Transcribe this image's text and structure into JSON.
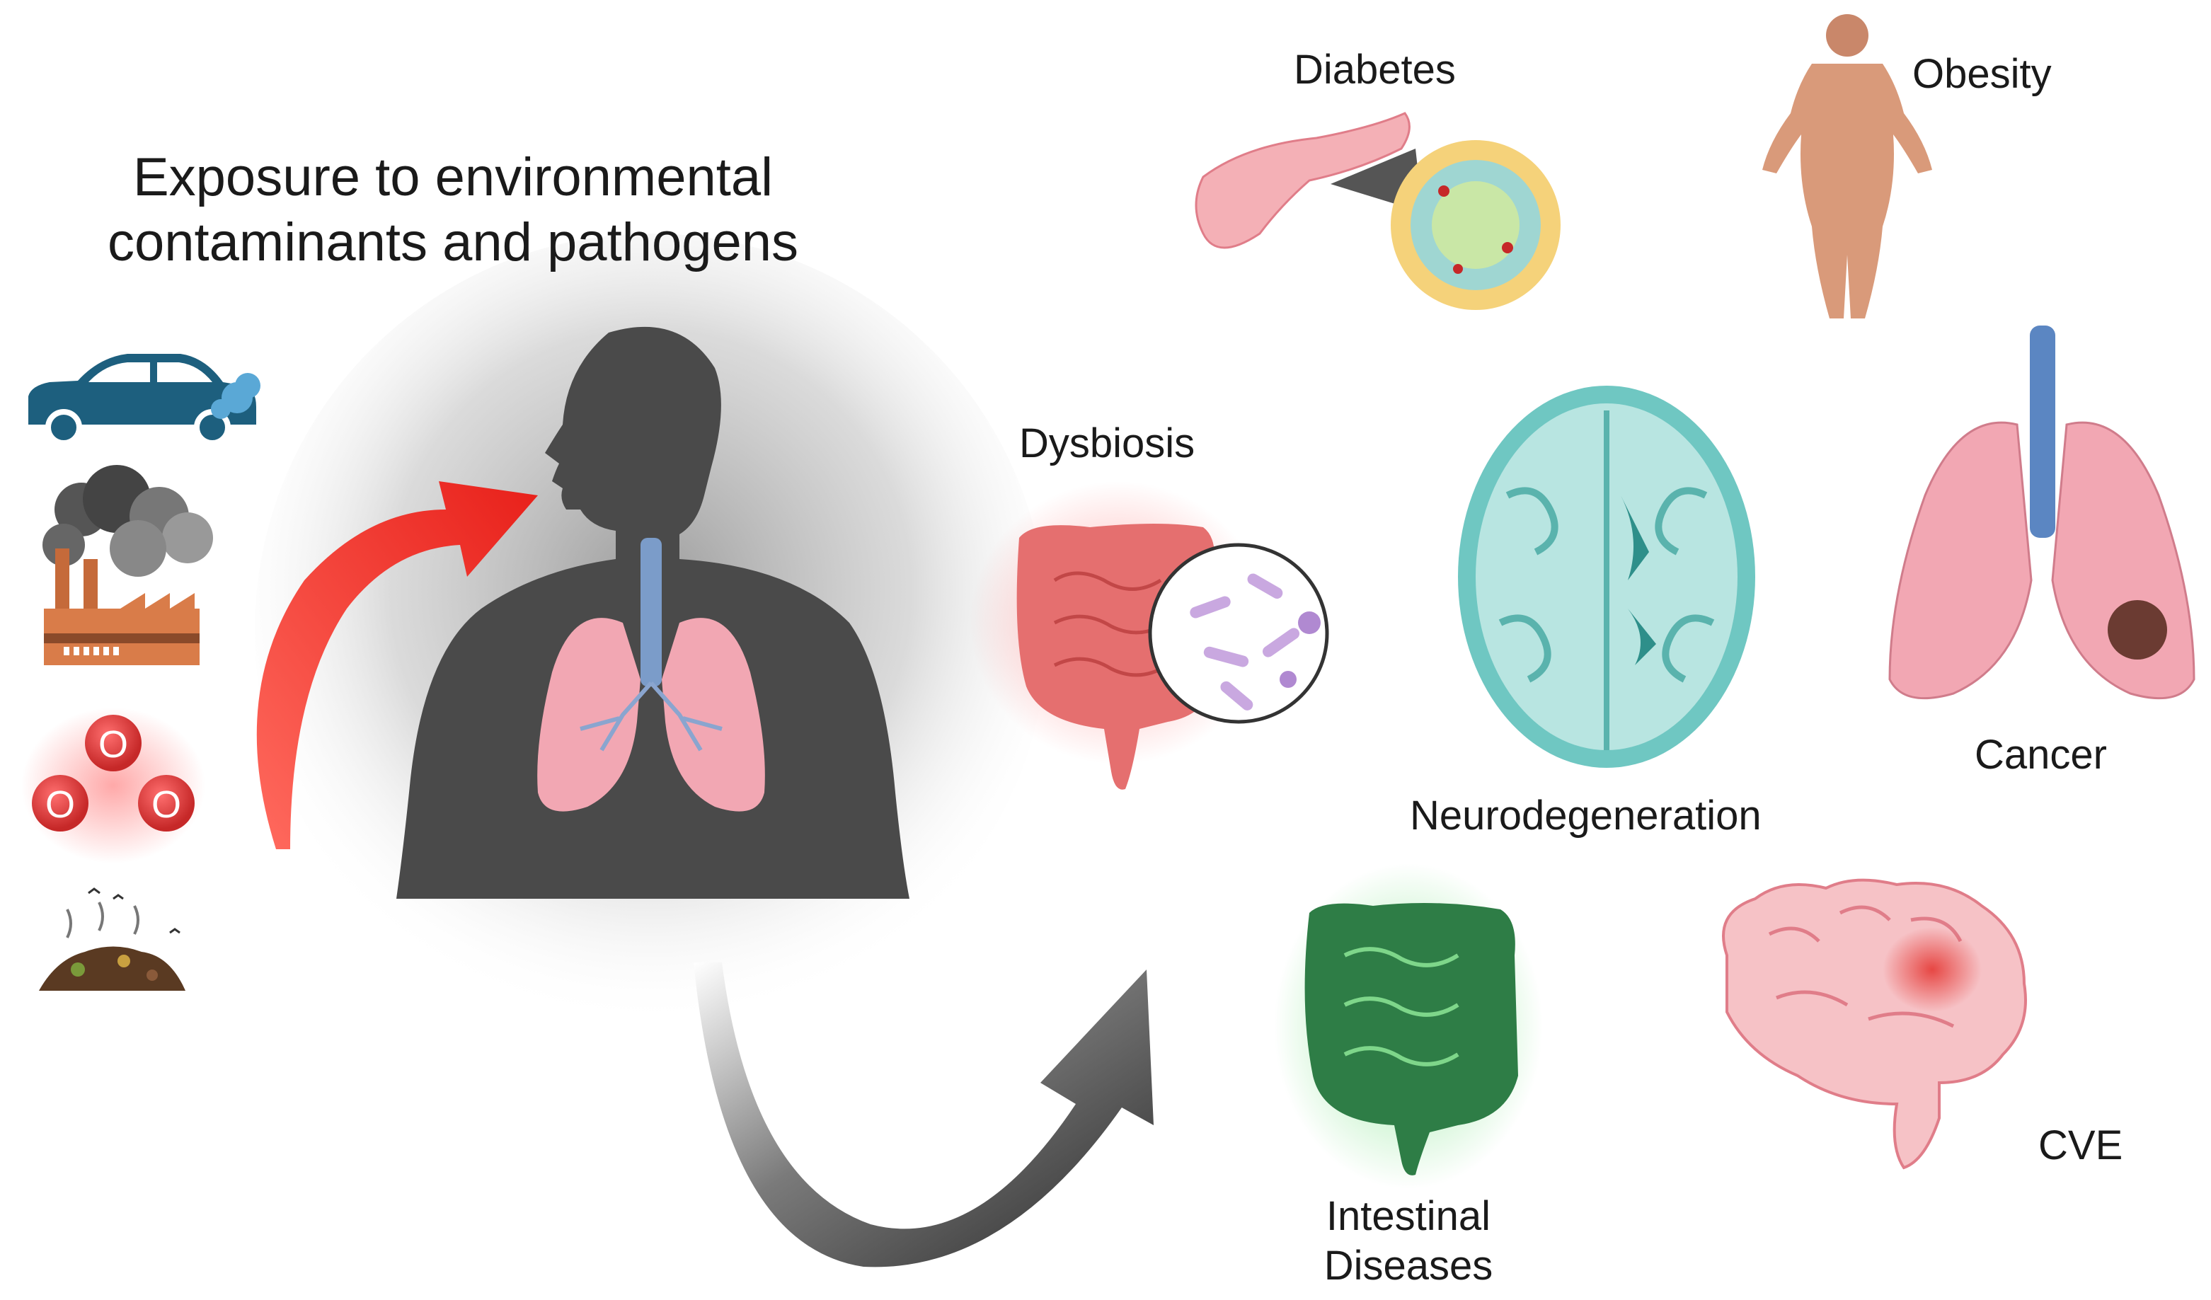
{
  "title": {
    "line1": "Exposure to environmental",
    "line2": "contaminants and pathogens"
  },
  "exposure_sources": [
    {
      "name": "car-exhaust-icon"
    },
    {
      "name": "factory-smoke-icon"
    },
    {
      "name": "ozone-molecule-icon",
      "atom_symbol": "O"
    },
    {
      "name": "waste-pile-icon"
    }
  ],
  "outcomes": {
    "diabetes": "Diabetes",
    "obesity": "Obesity",
    "dysbiosis": "Dysbiosis",
    "neurodegeneration": "Neurodegeneration",
    "cancer": "Cancer",
    "intestinal_line1": "Intestinal",
    "intestinal_line2": "Diseases",
    "cve": "CVE"
  },
  "colors": {
    "inhalation_arrow": "#e8201a",
    "outcome_arrow": "#2b2b2b",
    "body": "#4a4a4a",
    "lungs": "#f2a7b3",
    "trachea": "#7b9cc9",
    "ozone": "#e53935",
    "gut_red": "#e56f6f",
    "gut_green": "#2e7d46",
    "brain_teal": "#6fc7c2",
    "brain_pink": "#f2a0a8"
  }
}
